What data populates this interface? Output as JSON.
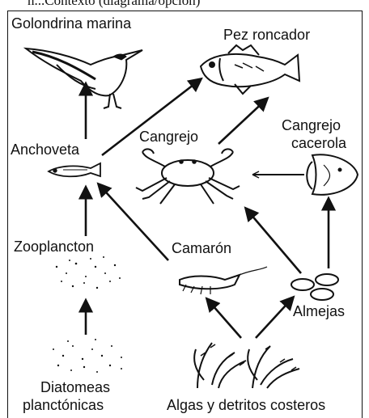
{
  "header_fragment": "n...Contexto (diagrama/opción)",
  "organisms": {
    "tern": "Golondrina marina",
    "drum": "Pez roncador",
    "anchovy": "Anchoveta",
    "crab": "Cangrejo",
    "horseshoe_crab_line1": "Cangrejo",
    "horseshoe_crab_line2": "cacerola",
    "zooplankton": "Zooplancton",
    "shrimp": "Camarón",
    "clams": "Almejas",
    "diatoms_line1": "Diatomeas",
    "diatoms_line2": "planctónicas",
    "algae": "Algas y detritos costeros"
  }
}
